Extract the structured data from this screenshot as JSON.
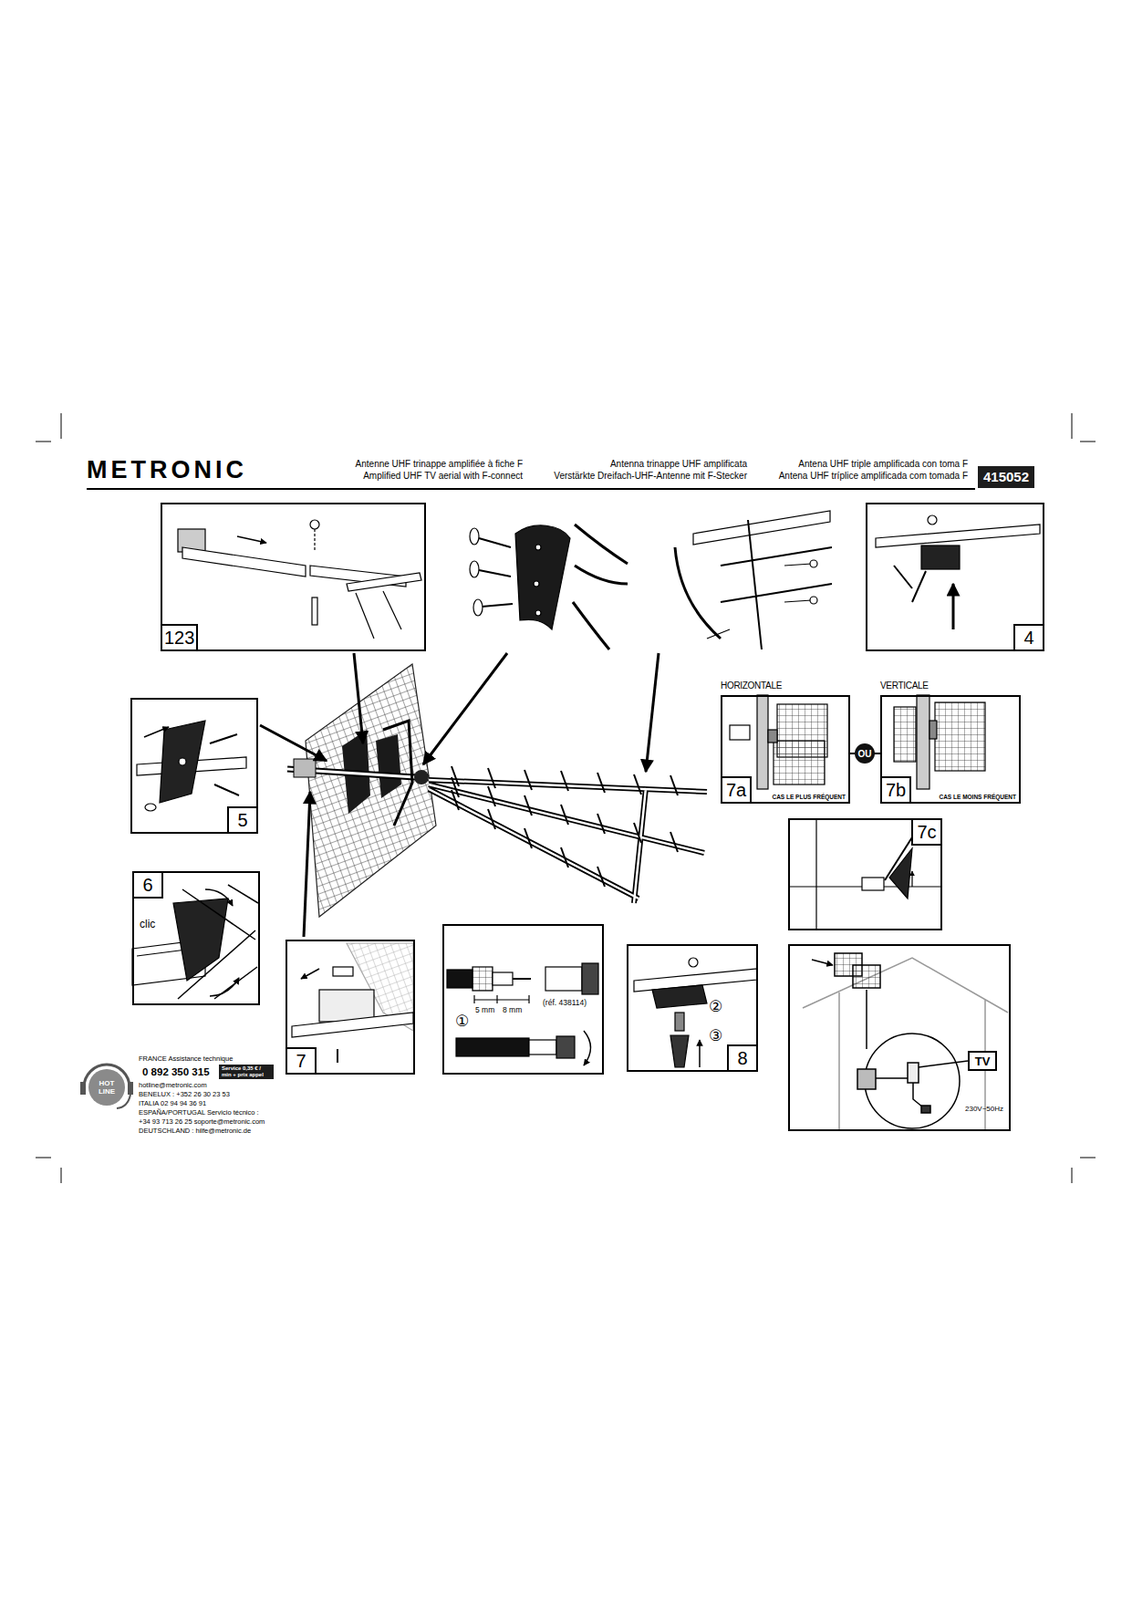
{
  "diagram": {
    "title": "METRONIC",
    "nodes": [
      {
        "text": [
          "415052"
        ]
      },
      {
        "text": [
          "123"
        ]
      },
      {
        "text": [
          "4"
        ]
      },
      {
        "text": [
          "HORIZONTALE",
          "7a",
          "CAS LE PLUS FRÉQUENT"
        ]
      },
      {
        "text": [
          "OU"
        ]
      },
      {
        "text": [
          "VERTICALE",
          "7b",
          "CAS LE MOINS FRÉQUENT"
        ]
      },
      {
        "text": [
          "5"
        ]
      },
      {
        "text": [
          "7c"
        ]
      },
      {
        "text": [
          "6",
          "clic"
        ]
      },
      {
        "text": [
          "7"
        ]
      },
      {
        "text": [
          "①",
          "5 mm",
          "8 mm",
          "(réf. 438114)"
        ]
      },
      {
        "text": [
          "②",
          "③",
          "8"
        ]
      },
      {
        "text": [
          "230V~50Hz"
        ]
      },
      {
        "text": [
          "TV"
        ],
        "in": 12
      },
      {
        "text": [
          "HOT LINE"
        ]
      },
      {
        "text": [
          "Service 0,35 € / min + prix appel"
        ]
      }
    ],
    "edges": [
      {
        "from": 3,
        "to": 4,
        "arrow": "none"
      },
      {
        "from": 4,
        "to": 5,
        "arrow": "none"
      }
    ],
    "labels": [
      "Antenne UHF trinappe amplifiée à fiche F",
      "Amplified UHF TV aerial with F-connect",
      "Antenna trinappe UHF amplificata",
      "Verstärkte Dreifach-UHF-Antenne mit F-Stecker",
      "Antena UHF triple amplificada con toma F",
      "Antena UHF tríplice amplificada com tomada F",
      "FRANCE Assistance technique",
      "0 892 350 315",
      "hotline@metronic.com",
      "BENELUX : +352 26 30 23 53",
      "ITALIA 02 94 94 36 91",
      "ESPAÑA/PORTUGAL Servicio técnico :",
      "+34 93 713 26 25 soporte@metronic.com",
      "DEUTSCHLAND : hilfe@metronic.de"
    ]
  }
}
